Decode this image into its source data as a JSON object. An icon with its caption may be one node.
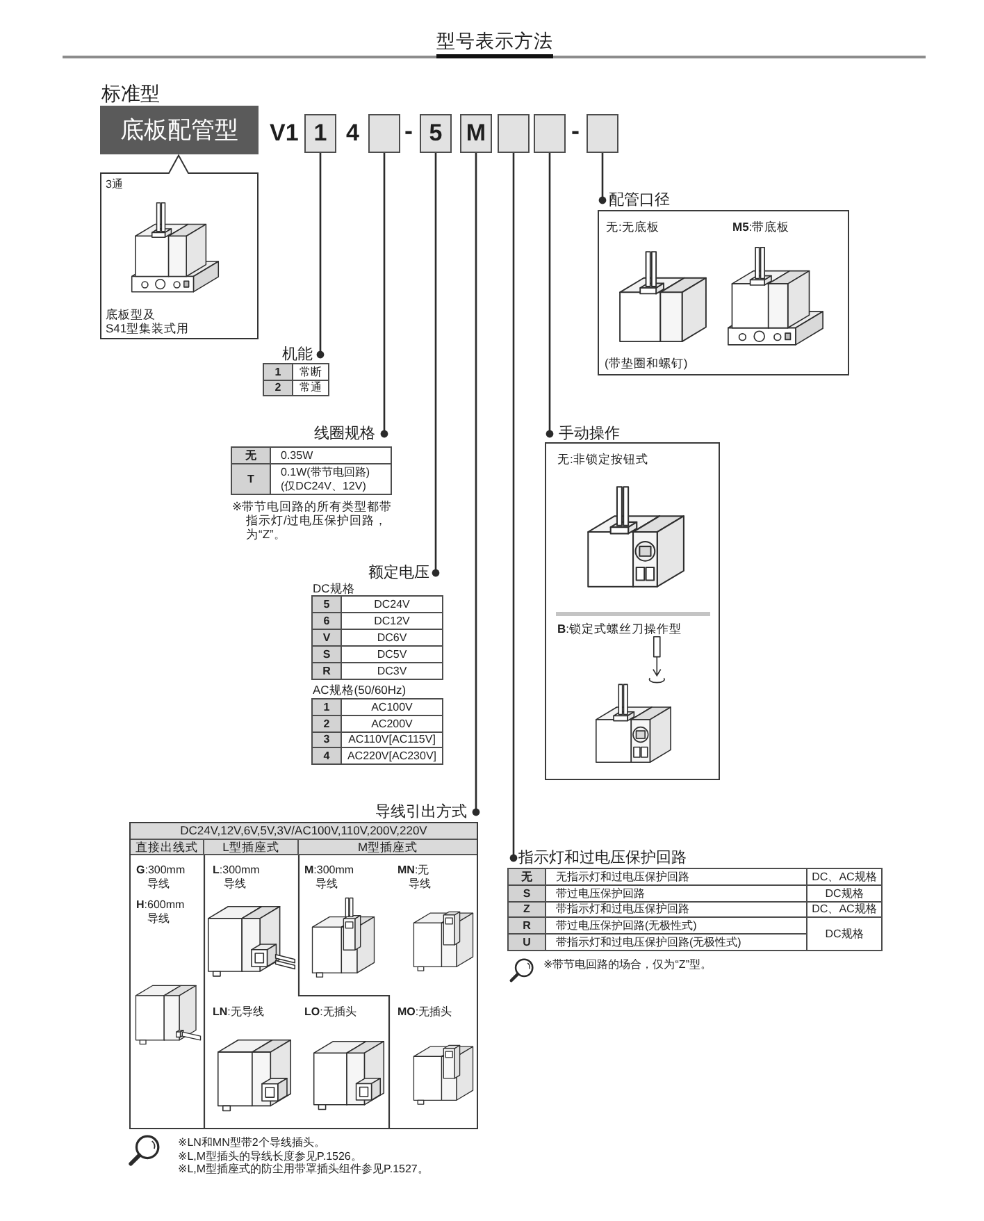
{
  "diagram": {
    "title": "型号表示方法",
    "nodes": [
      {
        "text": [
          "底板配管型"
        ]
      },
      {
        "text": [
          "1"
        ]
      },
      {
        "text": [],
        "shape": "box"
      },
      {
        "text": [
          "5"
        ]
      },
      {
        "text": [
          "M"
        ]
      },
      {
        "text": [],
        "shape": "box"
      },
      {
        "text": [],
        "shape": "box"
      },
      {
        "text": [],
        "shape": "box"
      },
      {
        "text": [
          "3通",
          "底板型及 S41型集装式用"
        ]
      },
      {
        "text": [
          "配管口径",
          "无:无底板",
          "**M5**:带底板",
          "(带垫圈和螺钉)"
        ]
      },
      {
        "text": [
          "机能",
          "1",
          "常断",
          "2",
          "常通"
        ]
      },
      {
        "text": [
          "线圈规格",
          "无",
          "0.35W",
          "T",
          "0.1W(带节电回路) (仅DC24V、12V)"
        ],
        "beside": [
          "※带节电回路的所有类型都带指示灯/过电压保护回路，为“Z”。"
        ]
      },
      {
        "text": [
          "手动操作",
          "无:非锁定按钮式",
          "**B**:锁定式螺丝刀操作型"
        ]
      },
      {
        "text": [
          "额定电压",
          "DC规格",
          "5",
          "DC24V",
          "6",
          "DC12V",
          "V",
          "DC6V",
          "S",
          "DC5V",
          "R",
          "DC3V",
          "AC规格(50/60Hz)",
          "1",
          "AC100V",
          "2",
          "AC200V",
          "3",
          "AC110V[AC115V]",
          "4",
          "AC220V[AC230V]"
        ]
      },
      {
        "text": [
          "导线引出方式",
          "DC24V,12V,6V,5V,3V/AC100V,110V,200V,220V",
          "直接出线式",
          "L型插座式",
          "M型插座式",
          "**G**:300mm导线",
          "**H**:600mm导线",
          "**L**:300mm导线",
          "**M**:300mm导线",
          "**MN**:无导线",
          "**LN**:无导线",
          "**LO**:无插头",
          "**MO**:无插头"
        ],
        "beside": [
          "※LN和MN型带2个导线插头。",
          "※L,M型插头的导线长度参见P.1526。",
          "※L,M型插座式的防尘用带罩插头组件参见P.1527。"
        ]
      },
      {
        "text": [
          "指示灯和过电压保护回路",
          "无",
          "无指示灯和过电压保护回路",
          "DC、AC规格",
          "S",
          "带过电压保护回路",
          "DC规格",
          "Z",
          "带指示灯和过电压保护回路",
          "DC、AC规格",
          "R",
          "带过电压保护回路(无极性式)",
          "DC规格",
          "U",
          "带指示灯和过电压保护回路(无极性式)"
        ],
        "beside": [
          "※带节电回路的场合，仅为“Z”型。"
        ]
      }
    ],
    "edges": [
      {
        "from": 1,
        "to": 10,
        "arrow": "other"
      },
      {
        "from": 2,
        "to": 11,
        "arrow": "other"
      },
      {
        "from": 3,
        "to": 13,
        "arrow": "other"
      },
      {
        "from": 4,
        "to": 14,
        "arrow": "other"
      },
      {
        "from": 5,
        "to": 15,
        "arrow": "other"
      },
      {
        "from": 6,
        "to": 12,
        "arrow": "other"
      },
      {
        "from": 7,
        "to": 9,
        "arrow": "other"
      }
    ],
    "labels": [
      "标准型",
      "V1",
      "4",
      "-",
      "-"
    ]
  }
}
